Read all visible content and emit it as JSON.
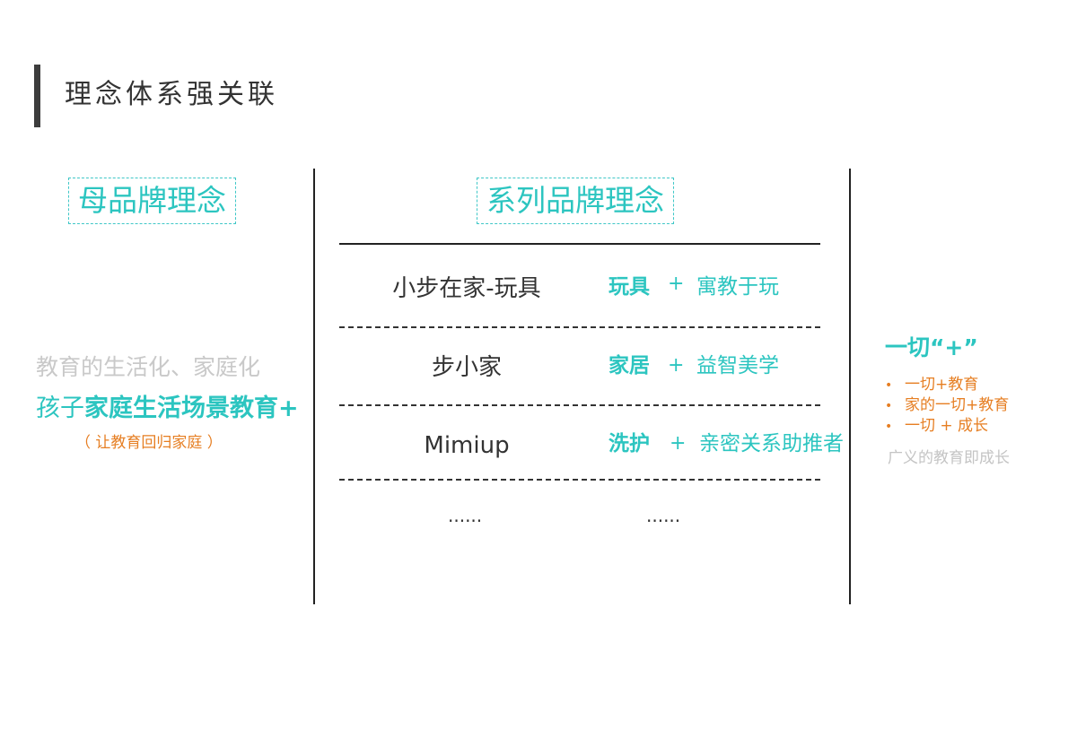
{
  "page": {
    "title": "理念体系强关联"
  },
  "mother_brand": {
    "heading": "母品牌理念",
    "line1": "教育的生活化、家庭化",
    "line2_prefix": "孩子",
    "line2_bold": "家庭生活场景教育+",
    "line3": "（ 让教育回归家庭 ）"
  },
  "series_brand": {
    "heading": "系列品牌理念",
    "rows": [
      {
        "name": "小步在家-玩具",
        "category": "玩具",
        "plus": "+",
        "desc": "寓教于玩"
      },
      {
        "name": "步小家",
        "category": "家居",
        "plus": "+",
        "desc": "益智美学"
      },
      {
        "name": "Mimiup",
        "category": "洗护",
        "plus": "+",
        "desc": "亲密关系助推者"
      }
    ],
    "ellipsis_left": "......",
    "ellipsis_right": "......"
  },
  "everything_plus": {
    "title": "一切“+”",
    "bullet": "•",
    "items": [
      "一切+教育",
      "家的一切+教育",
      "一切 + 成长"
    ],
    "footnote": "广义的教育即成长"
  }
}
